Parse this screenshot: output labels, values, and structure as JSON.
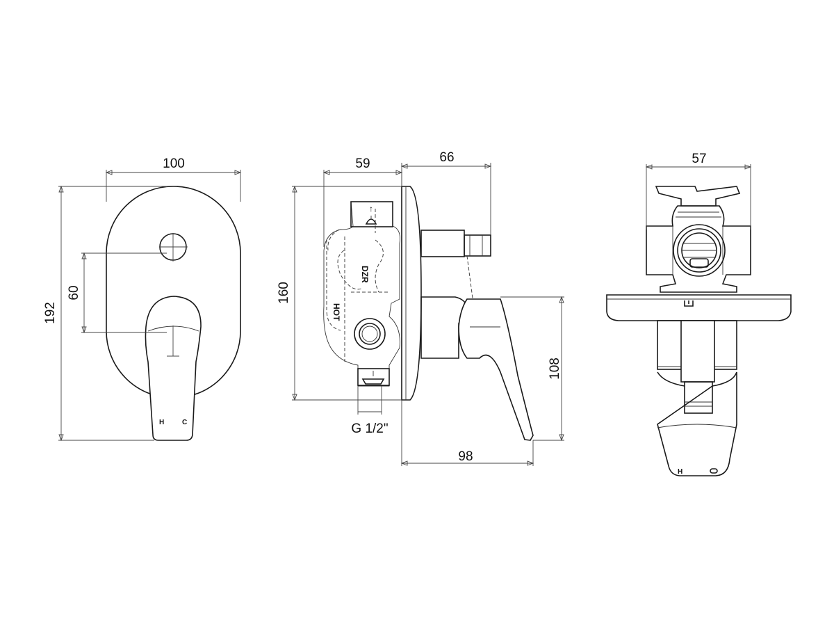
{
  "front_view": {
    "width_label": "100",
    "height_label": "192",
    "spacing_label": "60",
    "hot_mark": "H",
    "cold_mark": "C"
  },
  "side_view": {
    "body_depth_label": "59",
    "spindle_length_label": "66",
    "body_height_label": "160",
    "handle_drop_label": "108",
    "handle_projection_label": "98",
    "thread_label": "G 1/2\"",
    "body_mark_1": "DZR",
    "body_mark_2": "HOT"
  },
  "top_view": {
    "width_label": "57",
    "hot_mark": "H"
  }
}
